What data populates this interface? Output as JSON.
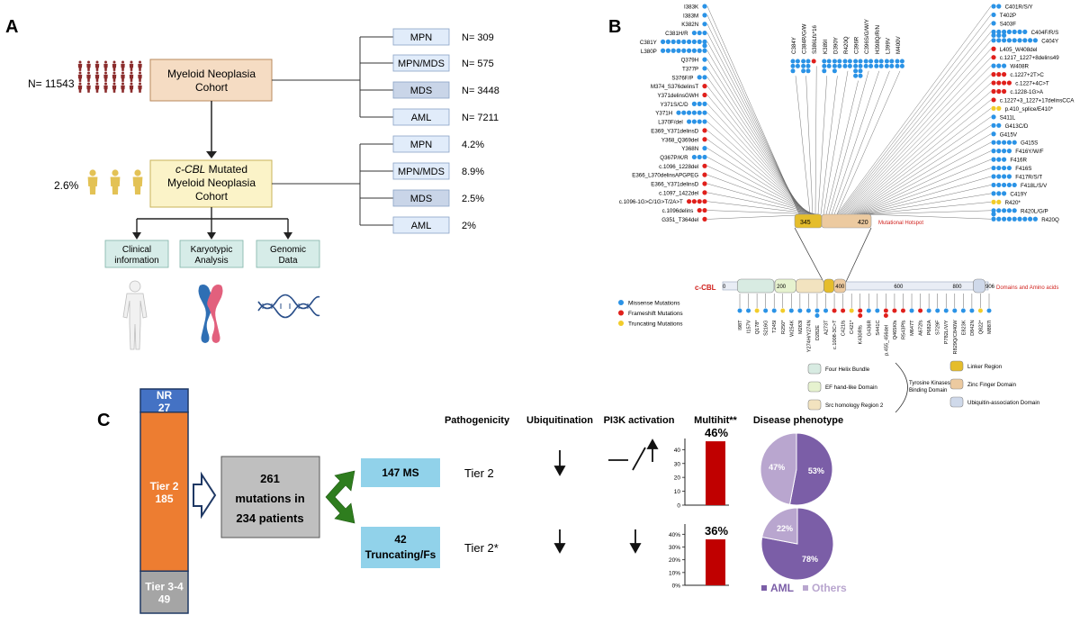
{
  "panel_a": {
    "letter": "A",
    "cohort_count": "N= 11543",
    "cohort_box": [
      "Myeloid Neoplasia",
      "Cohort"
    ],
    "subtypes": [
      {
        "label": "MPN",
        "value": "N= 309"
      },
      {
        "label": "MPN/MDS",
        "value": "N= 575"
      },
      {
        "label": "MDS",
        "value": "N= 3448"
      },
      {
        "label": "AML",
        "value": "N= 7211"
      }
    ],
    "mutated_pct": "2.6%",
    "mutated_box": [
      "c-CBL",
      " Mutated",
      "Myeloid Neoplasia",
      "Cohort"
    ],
    "mutated_subtypes": [
      {
        "label": "MPN",
        "value": "4.2%"
      },
      {
        "label": "MPN/MDS",
        "value": "8.9%"
      },
      {
        "label": "MDS",
        "value": "2.5%"
      },
      {
        "label": "AML",
        "value": "2%"
      }
    ],
    "analyses": [
      [
        "Clinical",
        "information"
      ],
      [
        "Karyotypic",
        "Analysis"
      ],
      [
        "Genomic",
        "Data"
      ]
    ],
    "colors": {
      "cohort": "#f5dcc3",
      "mutated": "#fbf3c8",
      "subtype": "#e1ecfa",
      "analysis": "#d6ece8",
      "people": "#8b2c2c",
      "mutated_people": "#e3c255"
    }
  },
  "panel_b": {
    "letter": "B",
    "hotspot_label": "Mutational Hotspot",
    "hotspot_start": "345",
    "hotspot_end": "420",
    "gene": "c-CBL",
    "axis_ticks": [
      "0",
      "200",
      "400",
      "600",
      "800",
      "906"
    ],
    "domains_label": "Domains and Amino acids",
    "legend": [
      {
        "label": "Missense Mutations",
        "color": "#2b93e6"
      },
      {
        "label": "Frameshift Mutations",
        "color": "#e0201c"
      },
      {
        "label": "Truncating Mutations",
        "color": "#f2cc2a"
      }
    ],
    "domain_legend": [
      {
        "label": "Four Helix Bundle",
        "color": "#d8ebe2"
      },
      {
        "label": "EF hand-like Domain",
        "color": "#e6f2cf"
      },
      {
        "label": "Src homology Region 2",
        "color": "#f2e3bf"
      },
      {
        "label": "Linker Region",
        "color": "#e5bd2b"
      },
      {
        "label": "Zinc Finger Domain",
        "color": "#eccaa0"
      },
      {
        "label": "Ubiquitin-association Domain",
        "color": "#cfd9ea"
      }
    ],
    "tk_label": [
      "Tyrosine Kinases",
      "Binding Domain"
    ],
    "top_left": [
      {
        "label": "I383K",
        "n": 1,
        "t": "m"
      },
      {
        "label": "I383M",
        "n": 1,
        "t": "m"
      },
      {
        "label": "K382N",
        "n": 1,
        "t": "m"
      },
      {
        "label": "C381H/R",
        "n": 3,
        "t": "m"
      },
      {
        "label": "C381Y",
        "n": 9,
        "t": "m"
      },
      {
        "label": "L380P",
        "n": 10,
        "t": "m"
      },
      {
        "label": "Q379H",
        "n": 1,
        "t": "m"
      },
      {
        "label": "T377P",
        "n": 1,
        "t": "m"
      },
      {
        "label": "S376F/P",
        "n": 2,
        "t": "m"
      },
      {
        "label": "M374_S376delinsT",
        "n": 1,
        "t": "f"
      },
      {
        "label": "Y371delinsGWH",
        "n": 1,
        "t": "f"
      },
      {
        "label": "Y371S/C/D",
        "n": 3,
        "t": "m"
      },
      {
        "label": "Y371H",
        "n": 6,
        "t": "m"
      },
      {
        "label": "L370F/del",
        "n": 4,
        "t": "m"
      },
      {
        "label": "E369_Y371delinsD",
        "n": 1,
        "t": "f"
      },
      {
        "label": "Y368_Q369del",
        "n": 1,
        "t": "f"
      },
      {
        "label": "Y368N",
        "n": 1,
        "t": "m"
      },
      {
        "label": "Q367P/K/R",
        "n": 3,
        "t": "m"
      },
      {
        "label": "c.1096_1228del",
        "n": 1,
        "t": "f"
      },
      {
        "label": "E366_L370delinsAPGPEG",
        "n": 1,
        "t": "f"
      },
      {
        "label": "E366_Y371delinsD",
        "n": 1,
        "t": "f"
      },
      {
        "label": "c.1097_1422del",
        "n": 1,
        "t": "f"
      },
      {
        "label": "c.1096-1G>C/1G>T/2A>T",
        "n": 4,
        "t": "f"
      },
      {
        "label": "c.1096delins",
        "n": 2,
        "t": "f"
      },
      {
        "label": "G351_T364del",
        "n": 1,
        "t": "f"
      }
    ],
    "top_vertical": [
      {
        "label": "C384Y",
        "n": 5,
        "t": "m"
      },
      {
        "label": "C384R/G/W",
        "n": 6,
        "t": "m"
      },
      {
        "label": "S386Lfs*16",
        "n": 1,
        "t": "f"
      },
      {
        "label": "K389I",
        "n": 5,
        "t": "m"
      },
      {
        "label": "D390Y",
        "n": 5,
        "t": "m"
      },
      {
        "label": "R420Q",
        "n": 4,
        "t": "m"
      },
      {
        "label": "C396R",
        "n": 8,
        "t": "m"
      },
      {
        "label": "C396S/G/W/Y",
        "n": 4,
        "t": "m"
      },
      {
        "label": "H398Q/R/N",
        "n": 4,
        "t": "m"
      },
      {
        "label": "L399V",
        "n": 4,
        "t": "m"
      },
      {
        "label": "M400V",
        "n": 4,
        "t": "m"
      }
    ],
    "top_right": [
      {
        "label": "C401R/S/Y",
        "n": 2,
        "t": "m"
      },
      {
        "label": "T402P",
        "n": 1,
        "t": "m"
      },
      {
        "label": "S403F",
        "n": 1,
        "t": "m"
      },
      {
        "label": "C404F/R/S",
        "n": 7,
        "t": "m"
      },
      {
        "label": "C404Y",
        "n": 12,
        "t": "m"
      },
      {
        "label": "L405_W408del",
        "n": 1,
        "t": "f"
      },
      {
        "label": "c.1217_1227+8delins49",
        "n": 1,
        "t": "f"
      },
      {
        "label": "W408R",
        "n": 3,
        "t": "m"
      },
      {
        "label": "c.1227+2T>C",
        "n": 3,
        "t": "f"
      },
      {
        "label": "c.1227+4C>T",
        "n": 4,
        "t": "f"
      },
      {
        "label": "c.1228-1G>A",
        "n": 3,
        "t": "f"
      },
      {
        "label": "c.1227+3_1227+17delinsCCA",
        "n": 1,
        "t": "f"
      },
      {
        "label": "p.410_splice/E410*",
        "n": 2,
        "t": "t"
      },
      {
        "label": "S411L",
        "n": 1,
        "t": "m"
      },
      {
        "label": "G413C/D",
        "n": 2,
        "t": "m"
      },
      {
        "label": "G415V",
        "n": 1,
        "t": "m"
      },
      {
        "label": "G415S",
        "n": 5,
        "t": "m"
      },
      {
        "label": "F416Y/W/F",
        "n": 4,
        "t": "m"
      },
      {
        "label": "F416R",
        "n": 3,
        "t": "m"
      },
      {
        "label": "F416S",
        "n": 4,
        "t": "m"
      },
      {
        "label": "F417R/S/T",
        "n": 4,
        "t": "m"
      },
      {
        "label": "F418L/S/V",
        "n": 5,
        "t": "m"
      },
      {
        "label": "C419Y",
        "n": 3,
        "t": "m"
      },
      {
        "label": "R420*",
        "n": 2,
        "t": "t"
      },
      {
        "label": "R420L/G/P",
        "n": 5,
        "t": "m"
      },
      {
        "label": "R420Q",
        "n": 10,
        "t": "m"
      }
    ],
    "bottom": [
      {
        "label": "I98T",
        "n": 1,
        "t": "m"
      },
      {
        "label": "I157V",
        "n": 1,
        "t": "m"
      },
      {
        "label": "Q178*",
        "n": 1,
        "t": "t"
      },
      {
        "label": "S216G",
        "n": 1,
        "t": "m"
      },
      {
        "label": "T245I",
        "n": 1,
        "t": "m"
      },
      {
        "label": "R250*",
        "n": 1,
        "t": "t"
      },
      {
        "label": "W254K",
        "n": 1,
        "t": "m"
      },
      {
        "label": "M263I",
        "n": 1,
        "t": "m"
      },
      {
        "label": "Y274H/Y274N",
        "n": 1,
        "t": "m"
      },
      {
        "label": "D282E",
        "n": 2,
        "t": "m"
      },
      {
        "label": "A273T",
        "n": 1,
        "t": "m"
      },
      {
        "label": "c.1008-3C>T",
        "n": 1,
        "t": "f"
      },
      {
        "label": "C421fs",
        "n": 1,
        "t": "f"
      },
      {
        "label": "C421*",
        "n": 1,
        "t": "t"
      },
      {
        "label": "K430Rfs",
        "n": 2,
        "t": "f"
      },
      {
        "label": "G436R",
        "n": 1,
        "t": "m"
      },
      {
        "label": "S441C",
        "n": 1,
        "t": "m"
      },
      {
        "label": "p.455_456del",
        "n": 2,
        "t": "f"
      },
      {
        "label": "Q465Kfs",
        "n": 1,
        "t": "f"
      },
      {
        "label": "R543Pfs",
        "n": 1,
        "t": "f"
      },
      {
        "label": "M647T",
        "n": 1,
        "t": "m"
      },
      {
        "label": "A672fs",
        "n": 1,
        "t": "f"
      },
      {
        "label": "P682A",
        "n": 1,
        "t": "m"
      },
      {
        "label": "S729F",
        "n": 1,
        "t": "m"
      },
      {
        "label": "P782L/V/Y",
        "n": 1,
        "t": "m"
      },
      {
        "label": "R829Q/C840W",
        "n": 1,
        "t": "m"
      },
      {
        "label": "E823K",
        "n": 1,
        "t": "m"
      },
      {
        "label": "D842N",
        "n": 1,
        "t": "m"
      },
      {
        "label": "Q822*",
        "n": 1,
        "t": "t"
      },
      {
        "label": "M887I",
        "n": 1,
        "t": "m"
      }
    ]
  },
  "panel_c": {
    "letter": "C",
    "tiers": [
      {
        "name": "NR",
        "count": "27",
        "value": 27,
        "color": "#4472c4"
      },
      {
        "name": "Tier 2",
        "count": "185",
        "value": 185,
        "color": "#ed7d31"
      },
      {
        "name": "Tier 3-4",
        "count": "49",
        "value": 49,
        "color": "#a5a5a5"
      }
    ],
    "summary": [
      "261",
      "mutations in",
      "234 patients"
    ],
    "headers": [
      "Pathogenicity",
      "Ubiquitination",
      "PI3K activation",
      "Multihit**",
      "Disease phenotype"
    ],
    "groups": [
      {
        "box": [
          "147 MS"
        ],
        "tier": "Tier 2",
        "multihit": 46,
        "multihit_label": "46%",
        "aml": 53,
        "others": 47,
        "aml_label": "53%",
        "others_label": "47%"
      },
      {
        "box": [
          "42",
          "Truncating/Fs"
        ],
        "tier": "Tier 2*",
        "multihit": 36,
        "multihit_label": "36%",
        "aml": 78,
        "others": 22,
        "aml_label": "78%",
        "others_label": "22%"
      }
    ],
    "yticks_top": [
      "0",
      "10",
      "20",
      "30",
      "40"
    ],
    "yticks_bottom": [
      "0%",
      "10%",
      "20%",
      "30%",
      "40%"
    ],
    "legend": [
      {
        "label": "AML",
        "color": "#7b5ea7"
      },
      {
        "label": "Others",
        "color": "#b9a6cf"
      }
    ],
    "colors": {
      "bar": "#c00000",
      "group_box": "#91d2ea",
      "summary": "#bfbfbf",
      "arrow_green": "#2e7d1e"
    }
  }
}
